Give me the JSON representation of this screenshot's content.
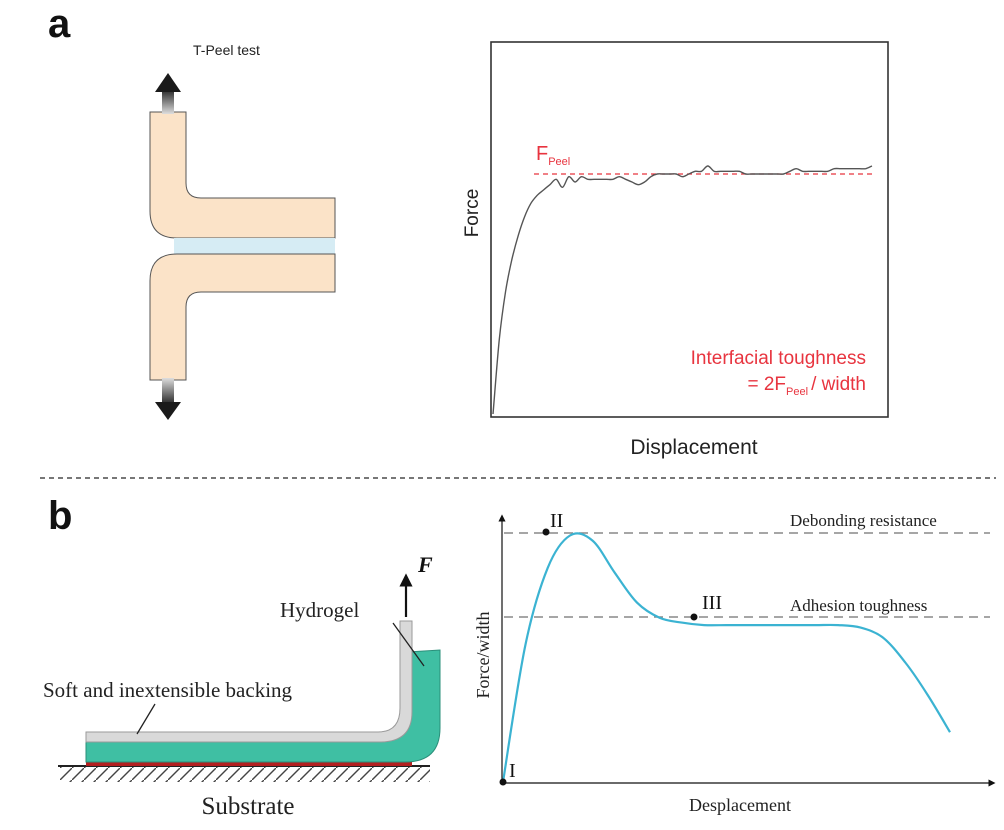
{
  "panel_a": {
    "letter": "a",
    "diagram_title": "T-Peel test",
    "chart": {
      "xlabel": "Displacement",
      "ylabel": "Force",
      "fpeel_label_main": "F",
      "fpeel_label_sub": "Peel",
      "formula_line1": "Interfacial toughness",
      "formula_line2_prefix": "= 2F",
      "formula_line2_sub": "Peel",
      "formula_line2_suffix": "/ width"
    }
  },
  "panel_b": {
    "letter": "b",
    "diagram": {
      "force_label": "F",
      "hydrogel_label": "Hydrogel",
      "backing_label": "Soft and inextensible backing",
      "substrate_label": "Substrate"
    },
    "chart": {
      "xlabel": "Desplacement",
      "ylabel": "Force/width",
      "point_labels": [
        "I",
        "II",
        "III"
      ],
      "line_labels": [
        "Debonding resistance",
        "Adhesion toughness"
      ]
    }
  },
  "colors": {
    "red_accent": "#e8343f",
    "curve_gray": "#555555",
    "curve_cyan": "#3bb3d2",
    "hydrogel_green": "#3fbfa3",
    "peel_beige": "#fbe3c8",
    "peel_adhesive": "#d6ecf4",
    "substrate_red": "#b32020"
  },
  "chart_data": [
    {
      "type": "line",
      "x": [
        0,
        0.5,
        1,
        1.5,
        2,
        2.5,
        3,
        3.5,
        4,
        4.5,
        5,
        5.5,
        6,
        6.5,
        7,
        7.5,
        8,
        8.5,
        9,
        9.5,
        10,
        10.5,
        11,
        11.5,
        12,
        12.5,
        13,
        13.5,
        14,
        14.5,
        15,
        15.5,
        16,
        16.5,
        17,
        17.5,
        18,
        18.5,
        19,
        19.5,
        20,
        20.5,
        21,
        21.5,
        22,
        22.5,
        23,
        23.5,
        24,
        24.5,
        25,
        25.5,
        26,
        26.5,
        27,
        27.5,
        28,
        28.5,
        29,
        29.5,
        30
      ],
      "y": [
        0,
        0.28,
        0.46,
        0.58,
        0.67,
        0.74,
        0.79,
        0.82,
        0.84,
        0.86,
        0.88,
        0.85,
        0.89,
        0.87,
        0.89,
        0.88,
        0.88,
        0.88,
        0.88,
        0.88,
        0.89,
        0.88,
        0.87,
        0.86,
        0.87,
        0.89,
        0.9,
        0.9,
        0.9,
        0.9,
        0.89,
        0.9,
        0.91,
        0.91,
        0.93,
        0.91,
        0.91,
        0.91,
        0.91,
        0.91,
        0.9,
        0.9,
        0.9,
        0.9,
        0.9,
        0.9,
        0.9,
        0.91,
        0.92,
        0.91,
        0.91,
        0.91,
        0.91,
        0.91,
        0.92,
        0.92,
        0.92,
        0.92,
        0.92,
        0.92,
        0.93
      ],
      "reference_line": 0.9,
      "xlabel": "Displacement",
      "ylabel": "Force",
      "grid": false
    },
    {
      "type": "line",
      "x": [
        0,
        0.5,
        1,
        1.5,
        2,
        2.5,
        3,
        3.5,
        4,
        4.5,
        5,
        5.5,
        6,
        6.5,
        7,
        7.5,
        8,
        8.5,
        9,
        9.5,
        10
      ],
      "y": [
        0,
        0.55,
        0.86,
        0.99,
        0.97,
        0.84,
        0.72,
        0.66,
        0.64,
        0.63,
        0.63,
        0.63,
        0.63,
        0.63,
        0.63,
        0.63,
        0.62,
        0.58,
        0.48,
        0.35,
        0.2
      ],
      "reference_lines": [
        1.0,
        0.63
      ],
      "xlabel": "Desplacement",
      "ylabel": "Force/width",
      "grid": false
    }
  ]
}
